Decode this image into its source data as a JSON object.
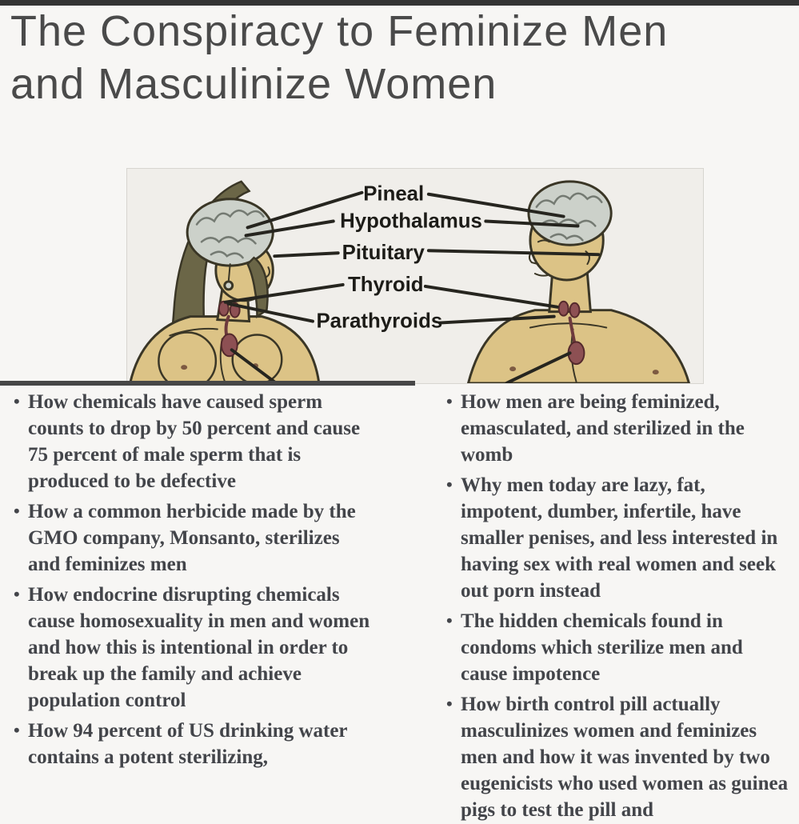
{
  "title": {
    "line1": "The Conspiracy to Feminize Men",
    "line2": "and Masculinize Women"
  },
  "diagram": {
    "type": "anatomical-illustration",
    "description": "Woman (left) and man (right) facing each other with exposed brains; endocrine glands labeled in center with leader lines to both figures",
    "labels": [
      "Pineal",
      "Hypothalamus",
      "Pituitary",
      "Thyroid",
      "Parathyroids"
    ]
  },
  "bullets": {
    "left": [
      "How chemicals have caused sperm counts to drop by 50 percent and cause 75 percent of male sperm that is produced to be defective",
      "How a common herbicide made by the GMO company, Monsanto, sterilizes and feminizes men",
      "How endocrine disrupting chemicals cause homosexuality in men and women and how this is intentional in order to break up the family and achieve population control",
      "How 94 percent of US drinking water contains a potent sterilizing,"
    ],
    "right": [
      "How men are being feminized, emasculated, and sterilized in the womb",
      "Why men today are lazy, fat, impotent, dumber, infertile, have smaller penises, and less interested in having sex with real women and seek out porn instead",
      "The hidden chemicals found in condoms which sterilize men and cause impotence",
      "How birth control pill actually masculinizes women and feminizes men and how it was invented by two eugenicists who used women as guinea pigs to test the pill and"
    ]
  },
  "colors": {
    "page_bg": "#f7f6f4",
    "top_bar": "#343434",
    "title_text": "#4a4a4a",
    "body_text": "#43454a",
    "panel_bg": "#f0eeea",
    "panel_border": "#d7d5d0",
    "divider_bar": "#474747",
    "skin": "#dcc386",
    "brain": "#ccd1ca",
    "gland": "#8d5053",
    "hair": "#6b6647",
    "outline": "#3a3626",
    "label_text": "#1d1c18"
  }
}
